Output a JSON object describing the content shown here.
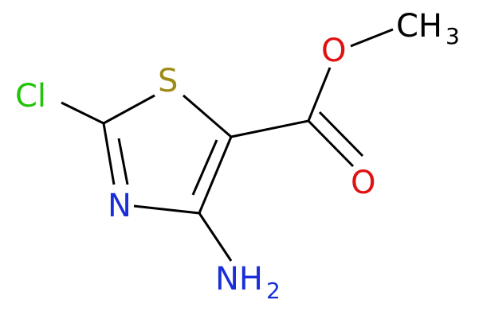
{
  "molecule": {
    "atoms": {
      "cl": {
        "symbol": "Cl",
        "color": "#22c40a"
      },
      "s": {
        "symbol": "S",
        "color": "#9e8a16"
      },
      "n": {
        "symbol": "N",
        "color": "#1a2ed8"
      },
      "nh2": {
        "symbol": "NH",
        "subscript": "2",
        "color": "#1a2ed8"
      },
      "o_ester": {
        "symbol": "O",
        "color": "#e11111"
      },
      "o_carbonyl": {
        "symbol": "O",
        "color": "#e11111"
      },
      "ch3": {
        "symbol": "CH",
        "subscript": "3",
        "color": "#000000"
      }
    },
    "bond_color": "#000000"
  }
}
